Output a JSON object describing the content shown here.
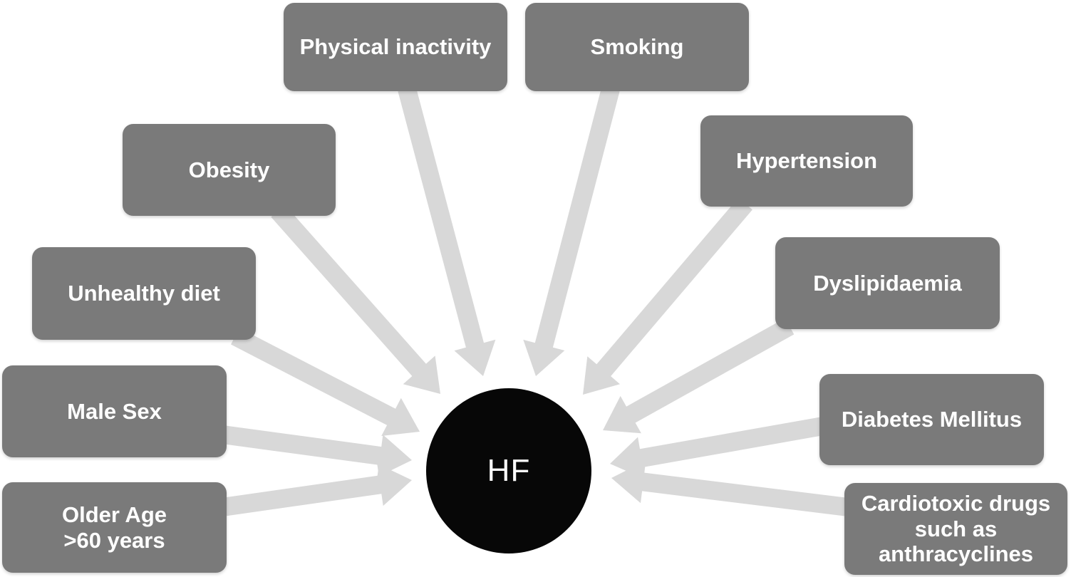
{
  "diagram": {
    "center": {
      "id": "hf",
      "label": "HF"
    },
    "factors": [
      {
        "id": "physical-inactivity",
        "label": "Physical inactivity"
      },
      {
        "id": "smoking",
        "label": "Smoking"
      },
      {
        "id": "obesity",
        "label": "Obesity"
      },
      {
        "id": "hypertension",
        "label": "Hypertension"
      },
      {
        "id": "unhealthy-diet",
        "label": "Unhealthy diet"
      },
      {
        "id": "dyslipidaemia",
        "label": "Dyslipidaemia"
      },
      {
        "id": "male-sex",
        "label": "Male Sex"
      },
      {
        "id": "diabetes-mellitus",
        "label": "Diabetes Mellitus"
      },
      {
        "id": "older-age",
        "label": "Older Age\n>60 years"
      },
      {
        "id": "cardiotoxic-drugs",
        "label": "Cardiotoxic drugs\nsuch as\nanthracyclines"
      }
    ],
    "edges": [
      {
        "from": "physical-inactivity",
        "to": "hf"
      },
      {
        "from": "smoking",
        "to": "hf"
      },
      {
        "from": "obesity",
        "to": "hf"
      },
      {
        "from": "hypertension",
        "to": "hf"
      },
      {
        "from": "unhealthy-diet",
        "to": "hf"
      },
      {
        "from": "dyslipidaemia",
        "to": "hf"
      },
      {
        "from": "male-sex",
        "to": "hf"
      },
      {
        "from": "diabetes-mellitus",
        "to": "hf"
      },
      {
        "from": "older-age",
        "to": "hf"
      },
      {
        "from": "cardiotoxic-drugs",
        "to": "hf"
      }
    ],
    "colors": {
      "background": "#ffffff",
      "box_fill": "#7a7a7a",
      "box_text": "#ffffff",
      "arrow_fill": "#d8d8d8",
      "hf_fill": "#070707",
      "hf_text": "#fafafa"
    }
  }
}
